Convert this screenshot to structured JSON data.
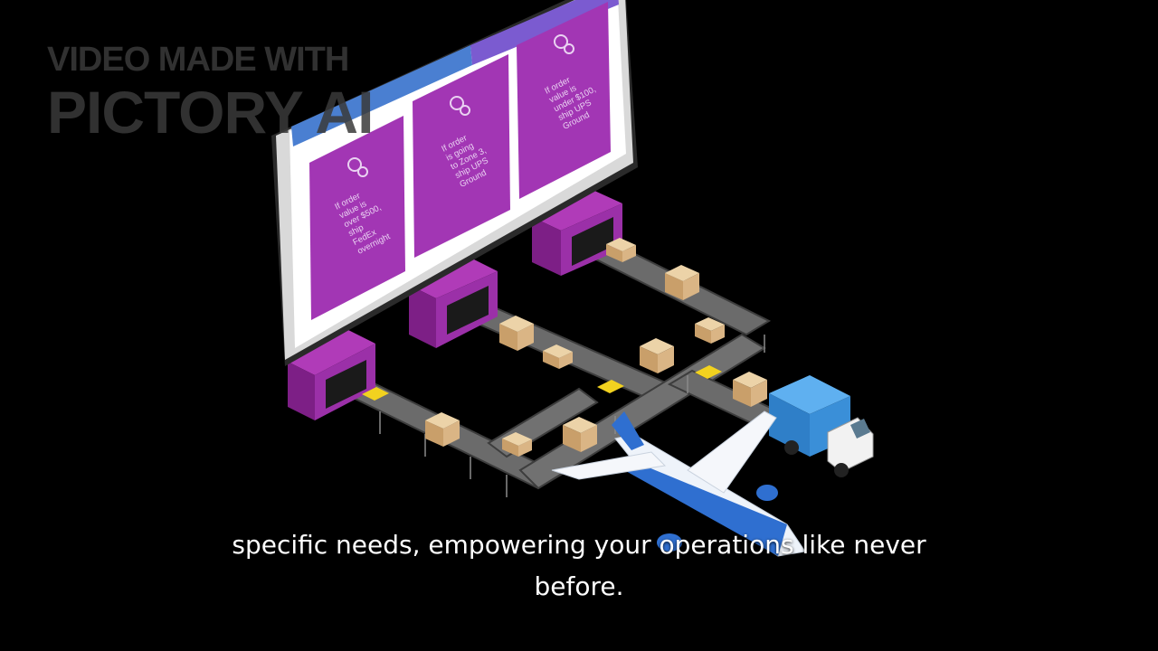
{
  "watermark": {
    "line1": "VIDEO MADE WITH",
    "line2": "PICTORY AI"
  },
  "screen_cards": [
    {
      "lines": [
        "If order",
        "value is",
        "over $500,",
        "ship",
        "FedEx",
        "overnight"
      ]
    },
    {
      "lines": [
        "If order",
        "is going",
        "to Zone 3,",
        "ship UPS",
        "Ground"
      ]
    },
    {
      "lines": [
        "If order",
        "value is",
        "under $100,",
        "ship UPS",
        "Ground"
      ]
    }
  ],
  "caption": {
    "line1": "specific needs, empowering your operations like never",
    "line2": "before."
  },
  "colors": {
    "background": "#000000",
    "accent_magenta": "#9b30a8",
    "card_purple": "#a236b4",
    "conveyor_gray": "#6b6b6b",
    "box_tan": "#d8b98a",
    "truck_blue": "#3a8fd8",
    "watermark_gray": "#3a3a3a"
  }
}
